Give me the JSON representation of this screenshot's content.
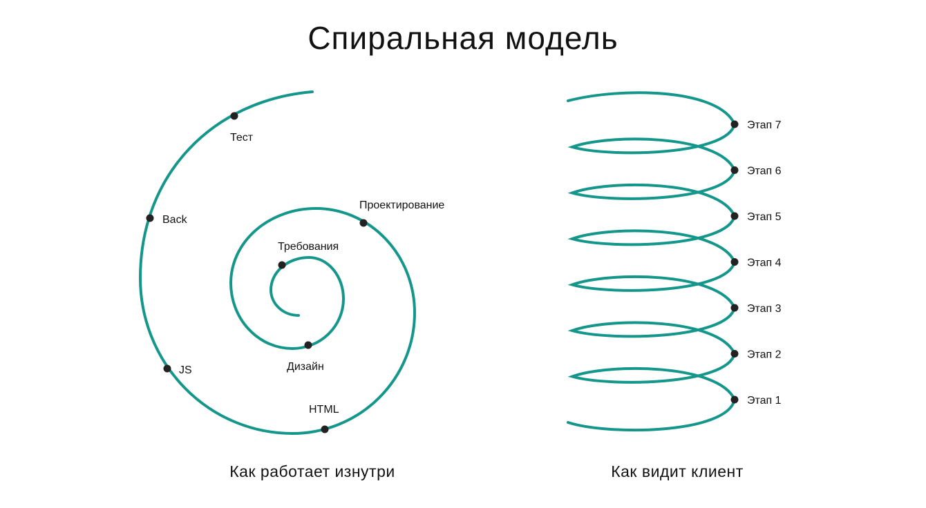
{
  "title": "Спиральная модель",
  "colors": {
    "curve": "#15968a",
    "dot": "#222222"
  },
  "spiral": {
    "caption": "Как работает изнутри",
    "stages": [
      "Требования",
      "Дизайн",
      "Проектирование",
      "HTML",
      "JS",
      "Back",
      "Тест"
    ]
  },
  "coil": {
    "caption": "Как видит клиент",
    "stages": [
      "Этап 1",
      "Этап 2",
      "Этап 3",
      "Этап 4",
      "Этап 5",
      "Этап 6",
      "Этап 7"
    ]
  }
}
